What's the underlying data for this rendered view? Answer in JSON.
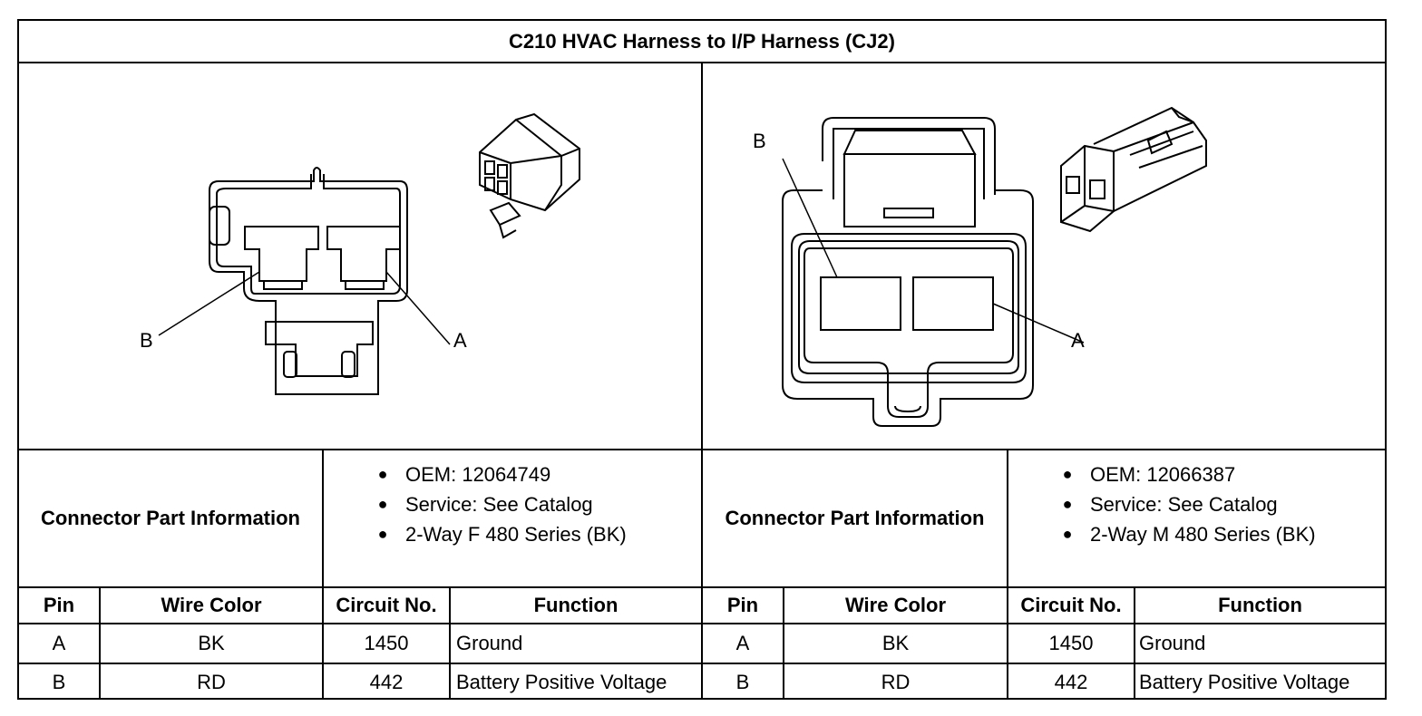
{
  "title": "C210 HVAC Harness to I/P Harness (CJ2)",
  "left": {
    "pin_labels": {
      "a": "A",
      "b": "B"
    },
    "connector_info_label": "Connector Part Information",
    "info": [
      "OEM: 12064749",
      "Service: See Catalog",
      "2-Way F 480 Series (BK)"
    ],
    "headers": {
      "pin": "Pin",
      "wire": "Wire Color",
      "circuit": "Circuit No.",
      "function": "Function"
    },
    "rows": [
      {
        "pin": "A",
        "wire": "BK",
        "circuit": "1450",
        "function": "Ground"
      },
      {
        "pin": "B",
        "wire": "RD",
        "circuit": "442",
        "function": "Battery Positive Voltage"
      }
    ]
  },
  "right": {
    "pin_labels": {
      "a": "A",
      "b": "B"
    },
    "connector_info_label": "Connector Part Information",
    "info": [
      "OEM: 12066387",
      "Service: See Catalog",
      "2-Way M 480 Series (BK)"
    ],
    "headers": {
      "pin": "Pin",
      "wire": "Wire Color",
      "circuit": "Circuit No.",
      "function": "Function"
    },
    "rows": [
      {
        "pin": "A",
        "wire": "BK",
        "circuit": "1450",
        "function": "Ground"
      },
      {
        "pin": "B",
        "wire": "RD",
        "circuit": "442",
        "function": "Battery Positive Voltage"
      }
    ]
  },
  "icons": {
    "left_iso": "female-connector-isometric-icon",
    "right_iso": "male-connector-isometric-icon"
  }
}
